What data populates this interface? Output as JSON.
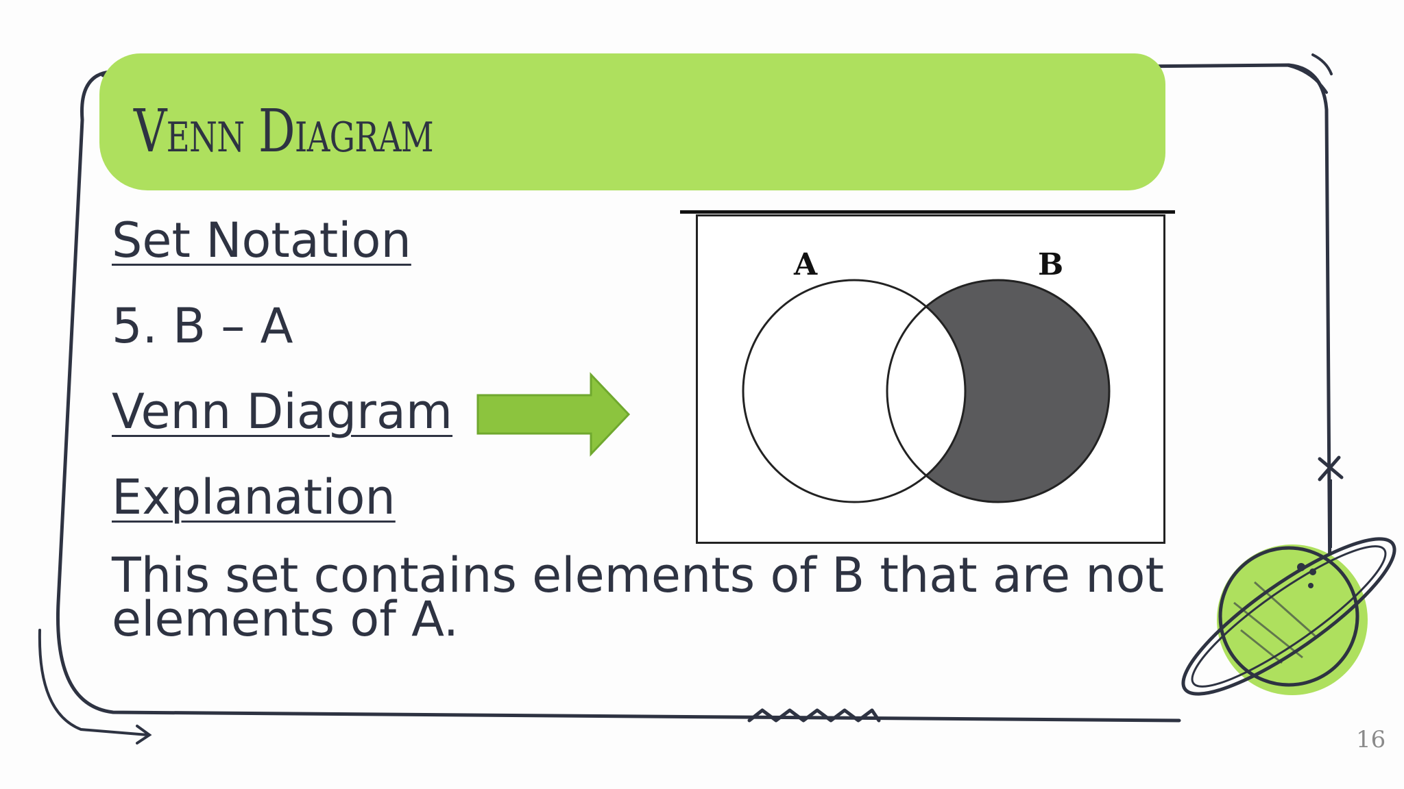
{
  "title": "Venn Diagram",
  "heading": "Set Notation",
  "item": "5. B – A",
  "venn_label": "Venn Diagram",
  "explanation_heading": "Explanation",
  "explanation": "This set contains elements of B that are not elements of A.",
  "diagram": {
    "set_a": "A",
    "set_b": "B",
    "shaded_region": "B – A"
  },
  "colors": {
    "accent": "#aee05e",
    "arrow": "#8cc43e",
    "shade": "#5a5a5c",
    "ink": "#2e3342"
  },
  "page_number": "16"
}
